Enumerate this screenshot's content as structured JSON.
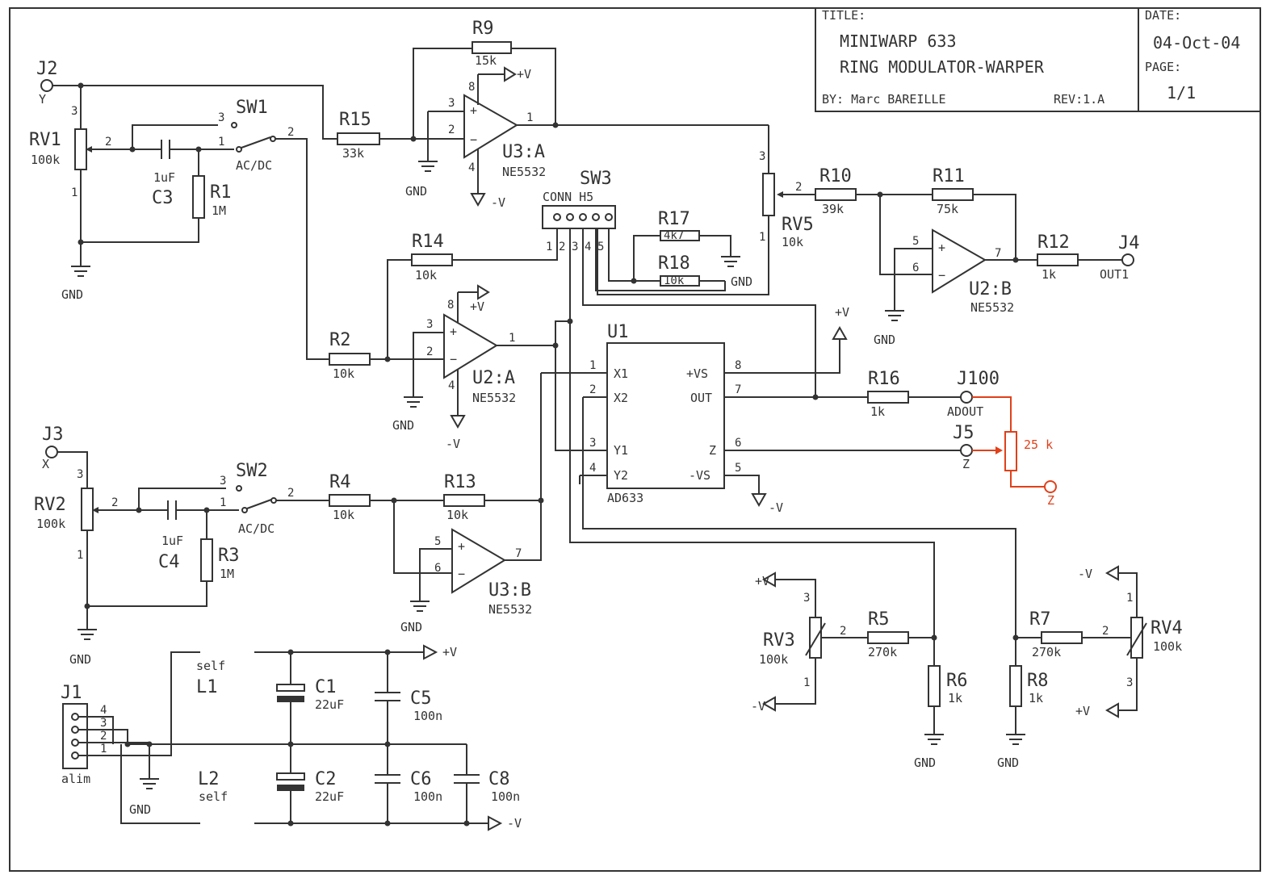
{
  "title_block": {
    "title_label": "TITLE:",
    "title_line1": "MINIWARP 633",
    "title_line2": "RING MODULATOR-WARPER",
    "by": "BY: Marc BAREILLE",
    "rev": "REV:1.A",
    "date_label": "DATE:",
    "date": "04-Oct-04",
    "page_label": "PAGE:",
    "page": "1/1"
  },
  "labels": {
    "gnd": "GND",
    "pos": "+V",
    "neg": "-V",
    "acdc": "AC/DC",
    "self": "self",
    "alim": "alim",
    "y": "Y",
    "x": "X",
    "z": "Z",
    "ne5532": "NE5532",
    "ad633": "AD633",
    "conn_h5": "CONN H5",
    "adout": "ADOUT",
    "out1": "OUT1",
    "red_pot": "25 k"
  },
  "components": {
    "J1": "J1",
    "J2": "J2",
    "J3": "J3",
    "J4": "J4",
    "J5": "J5",
    "J100": "J100",
    "RV1": "RV1",
    "RV1_val": "100k",
    "RV2": "RV2",
    "RV2_val": "100k",
    "RV3": "RV3",
    "RV3_val": "100k",
    "RV4": "RV4",
    "RV4_val": "100k",
    "RV5": "RV5",
    "RV5_val": "10k",
    "SW1": "SW1",
    "SW2": "SW2",
    "SW3": "SW3",
    "C1": "C1",
    "C1_val": "22uF",
    "C2": "C2",
    "C2_val": "22uF",
    "C3": "C3",
    "C3_val": "1uF",
    "C4": "C4",
    "C4_val": "1uF",
    "C5": "C5",
    "C5_val": "100n",
    "C6": "C6",
    "C6_val": "100n",
    "C8": "C8",
    "C8_val": "100n",
    "L1": "L1",
    "L2": "L2",
    "R1": "R1",
    "R1_val": "1M",
    "R2": "R2",
    "R2_val": "10k",
    "R3": "R3",
    "R3_val": "1M",
    "R4": "R4",
    "R4_val": "10k",
    "R5": "R5",
    "R5_val": "270k",
    "R6": "R6",
    "R6_val": "1k",
    "R7": "R7",
    "R7_val": "270k",
    "R8": "R8",
    "R8_val": "1k",
    "R9": "R9",
    "R9_val": "15k",
    "R10": "R10",
    "R10_val": "39k",
    "R11": "R11",
    "R11_val": "75k",
    "R12": "R12",
    "R12_val": "1k",
    "R13": "R13",
    "R13_val": "10k",
    "R14": "R14",
    "R14_val": "10k",
    "R15": "R15",
    "R15_val": "33k",
    "R16": "R16",
    "R16_val": "1k",
    "R17": "R17",
    "R17_val": "4k7",
    "R18": "R18",
    "R18_val": "10k",
    "U1": "U1",
    "U2A": "U2:A",
    "U2B": "U2:B",
    "U3A": "U3:A",
    "U3B": "U3:B"
  },
  "ad633_pins": {
    "x1": "X1",
    "x2": "X2",
    "y1": "Y1",
    "y2": "Y2",
    "vs_pos": "+VS",
    "out": "OUT",
    "z": "Z",
    "vs_neg": "-VS"
  },
  "pin_numbers": [
    "1",
    "2",
    "3",
    "4",
    "5",
    "6",
    "7",
    "8"
  ]
}
